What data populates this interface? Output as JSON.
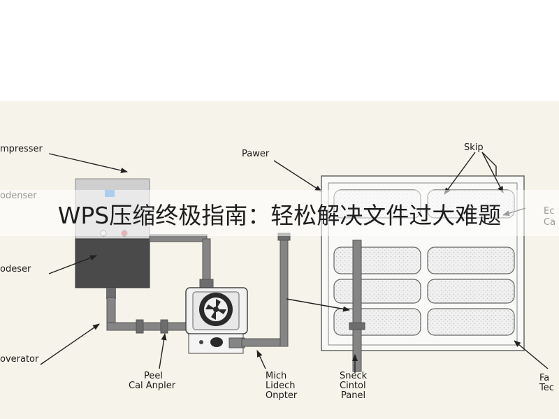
{
  "title": "WPS压缩终极指南：轻松解决文件过大难题",
  "diagram": {
    "labels": {
      "compressor": "mpresser",
      "condenser_top": "odenser",
      "condenser": "odeser",
      "evaporator": "overator",
      "peel_line1": "Peel",
      "peel_line2": "Cal Anpler",
      "power": "Pawer",
      "mich_line1": "Mich",
      "mich_line2": "Lidech",
      "mich_line3": "Onpter",
      "snack_line1": "Sneck",
      "snack_line2": "Cintol",
      "snack_line3": "Panel",
      "shelf": "Skip",
      "right_top_line1": "Ec",
      "right_top_line2": "Ca",
      "right_bottom_line1": "Fa",
      "right_bottom_line2": "Tec"
    }
  },
  "colors": {
    "background": "#f6f3ea",
    "cabinet": "#4a4a4a",
    "panel": "#c9c9c9",
    "pipe": "#858585",
    "led_blue": "#4a90d9",
    "led_red": "#d9534f"
  }
}
